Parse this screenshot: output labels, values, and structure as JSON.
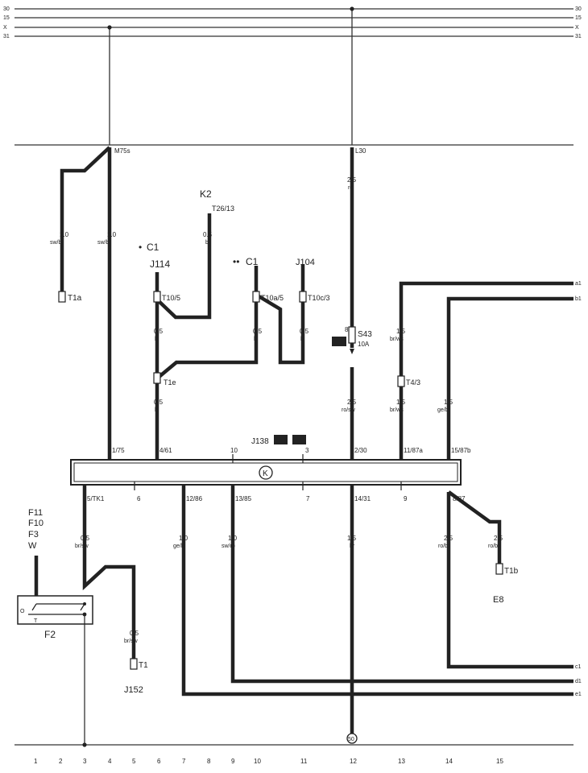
{
  "rails": {
    "r30_left": "30",
    "r15_left": "15",
    "rx_left": "X",
    "r31_left": "31",
    "r30_right": "30",
    "r15_right": "15",
    "rx_right": "X",
    "r31_right": "31"
  },
  "rail_labels": {
    "l30": "L30",
    "m75s": "M75s"
  },
  "wires": {
    "w1_size": "1.0",
    "w1_color": "sw/bl",
    "w2_size": "1.0",
    "w2_color": "sw/bl",
    "w3_size": "0.5",
    "w3_color": "bl",
    "w4_size": "0.5",
    "w4_color": "bl",
    "w5_size": "0.5",
    "w5_color": "bl",
    "w6_size": "0.5",
    "w6_color": "bl",
    "w7_size": "0.5",
    "w7_color": "bl",
    "w8_size": "2.5",
    "w8_color": "ro",
    "w9_size": "2.5",
    "w9_color": "ro/sw",
    "w10_size": "1.5",
    "w10_color": "br/ws",
    "w11_size": "1.5",
    "w11_color": "br/ws",
    "w12_size": "1.5",
    "w12_color": "ge/br",
    "w13_size": "0.5",
    "w13_color": "br/sw",
    "w14_size": "1.0",
    "w14_color": "ge/bl",
    "w15_size": "1.0",
    "w15_color": "sw/ro",
    "w16_size": "1.5",
    "w16_color": "br",
    "w17_size": "2.5",
    "w17_color": "ro/bl",
    "w18_size": "2.5",
    "w18_color": "ro/bl",
    "w19_size": "0.5",
    "w19_color": "br/sw"
  },
  "components": {
    "t1a": "T1a",
    "k2": "K2",
    "t26": "T26/13",
    "c1a": "C1",
    "c1a_prefix": "•",
    "j114": "J114",
    "c1b": "C1",
    "c1b_prefix": "••",
    "j104": "J104",
    "t10_5": "T10/5",
    "t10a5": "T10a/5",
    "t10c3": "T10c/3",
    "t1e": "T1e",
    "s43": "S43",
    "s43_rating": "10A",
    "s43_pin": "8",
    "t4_3": "T4/3",
    "j138": "J138",
    "k_symbol": "K",
    "f11": "F11",
    "f10": "F10",
    "f3": "F3",
    "w": "W",
    "f2": "F2",
    "f2_switch": "O",
    "f2_pin": "T",
    "t1": "T1",
    "j152": "J152",
    "t1b": "T1b",
    "e8": "E8",
    "ground": "50"
  },
  "module_pins_top": {
    "p1": "1/75",
    "p2": "4/61",
    "p3": "10",
    "p4": "3",
    "p5": "2/30",
    "p6": "11/87a",
    "p7": "15/87b"
  },
  "module_pins_bottom": {
    "p1": "5/TK1",
    "p2": "6",
    "p3": "12/86",
    "p4": "13/85",
    "p5": "7",
    "p6": "14/31",
    "p7": "9",
    "p8": "8/87"
  },
  "edge_refs": {
    "a1": "a1",
    "b1": "b1",
    "c1": "c1",
    "d1": "d1",
    "e1": "e1"
  },
  "column_numbers": [
    "1",
    "2",
    "3",
    "4",
    "5",
    "6",
    "7",
    "8",
    "9",
    "10",
    "11",
    "12",
    "13",
    "14",
    "15"
  ]
}
